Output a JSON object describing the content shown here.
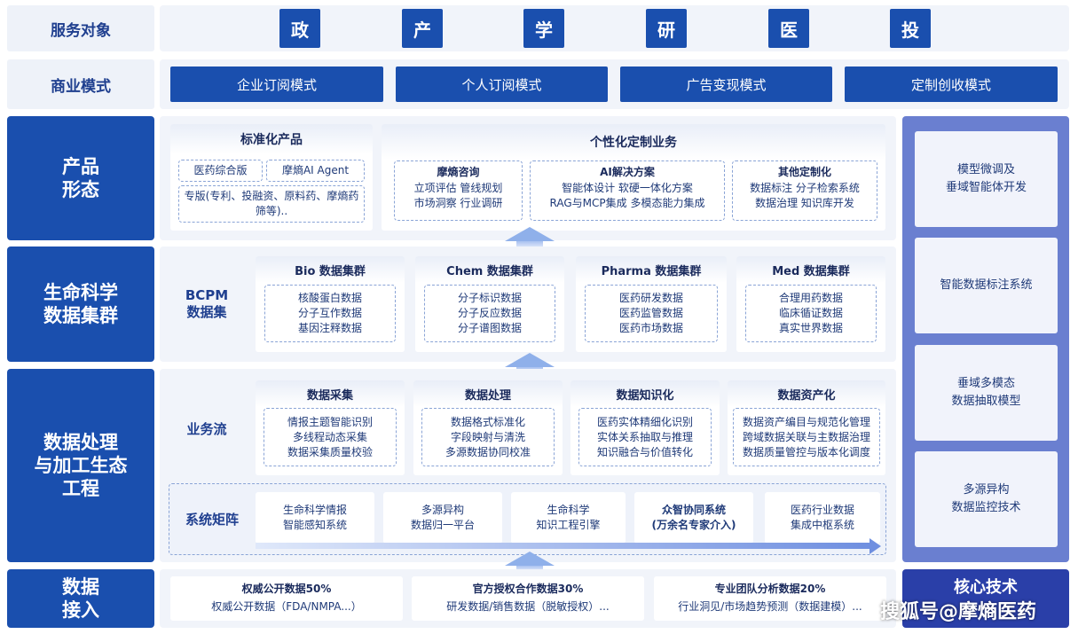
{
  "service": {
    "label": "服务对象",
    "items": [
      "政",
      "产",
      "学",
      "研",
      "医",
      "投"
    ]
  },
  "business": {
    "label": "商业模式",
    "items": [
      "企业订阅模式",
      "个人订阅模式",
      "广告变现模式",
      "定制创收模式"
    ]
  },
  "product": {
    "label": "产品\n形态",
    "standard": {
      "title": "标准化产品",
      "chips": [
        "医药综合版",
        "摩熵AI Agent"
      ],
      "special": "专版(专利、投融资、原料药、摩熵药\n筛等).."
    },
    "custom": {
      "title": "个性化定制业务",
      "groups": [
        {
          "title": "摩熵咨询",
          "text": "立项评估   管线规划\n市场洞察   行业调研"
        },
        {
          "title": "AI解决方案",
          "text": "智能体设计     软硬一体化方案\nRAG与MCP集成   多模态能力集成"
        },
        {
          "title": "其他定制化",
          "text": "数据标注   分子检索系统\n数据治理   知识库开发"
        }
      ]
    }
  },
  "bcpm": {
    "label": "生命科学\n数据集群",
    "sub_label": "BCPM\n数据集",
    "groups": [
      {
        "title": "Bio 数据集群",
        "text": "核酸蛋白数据\n分子互作数据\n基因注释数据"
      },
      {
        "title": "Chem 数据集群",
        "text": "分子标识数据\n分子反应数据\n分子谱图数据"
      },
      {
        "title": "Pharma 数据集群",
        "text": "医药研发数据\n医药监管数据\n医药市场数据"
      },
      {
        "title": "Med 数据集群",
        "text": "合理用药数据\n临床循证数据\n真实世界数据"
      }
    ]
  },
  "processing": {
    "label": "数据处理\n与加工生态\n工程",
    "flow_label": "业务流",
    "flow": [
      {
        "title": "数据采集",
        "text": "情报主题智能识别\n多线程动态采集\n数据采集质量校验"
      },
      {
        "title": "数据处理",
        "text": "数据格式标准化\n字段映射与清洗\n多源数据协同校准"
      },
      {
        "title": "数据知识化",
        "text": "医药实体精细化识别\n实体关系抽取与推理\n知识融合与价值转化"
      },
      {
        "title": "数据资产化",
        "text": "数据资产编目与规范化管理\n跨域数据关联与主数据治理\n数据质量管控与版本化调度"
      }
    ],
    "matrix_label": "系统矩阵",
    "matrix": [
      {
        "text": "生命科学情报\n智能感知系统",
        "bold": false
      },
      {
        "text": "多源异构\n数据归一平台",
        "bold": false
      },
      {
        "text": "生命科学\n知识工程引擎",
        "bold": false
      },
      {
        "text": "众智协同系统\n(万余名专家介入)",
        "bold": true
      },
      {
        "text": "医药行业数据\n集成中枢系统",
        "bold": false
      }
    ]
  },
  "access": {
    "label": "数据\n接入",
    "items": [
      {
        "title": "权威公开数据50%",
        "text": "权威公开数据（FDA/NMPA...）"
      },
      {
        "title": "官方授权合作数据30%",
        "text": "研发数据/销售数据（脱敏授权）..."
      },
      {
        "title": "专业团队分析数据20%",
        "text": "行业洞见/市场趋势预测（数据建模）..."
      }
    ]
  },
  "tech": {
    "items": [
      "模型微调及\n垂域智能体开发",
      "智能数据标注系统",
      "垂域多模态\n数据抽取模型",
      "多源异构\n数据监控技术"
    ],
    "footer": "核心技术"
  },
  "watermark": "搜狐号@摩熵医药",
  "colors": {
    "primary": "#1a4fae",
    "accent": "#6a7fd0",
    "panel": "#f1f4fa"
  }
}
